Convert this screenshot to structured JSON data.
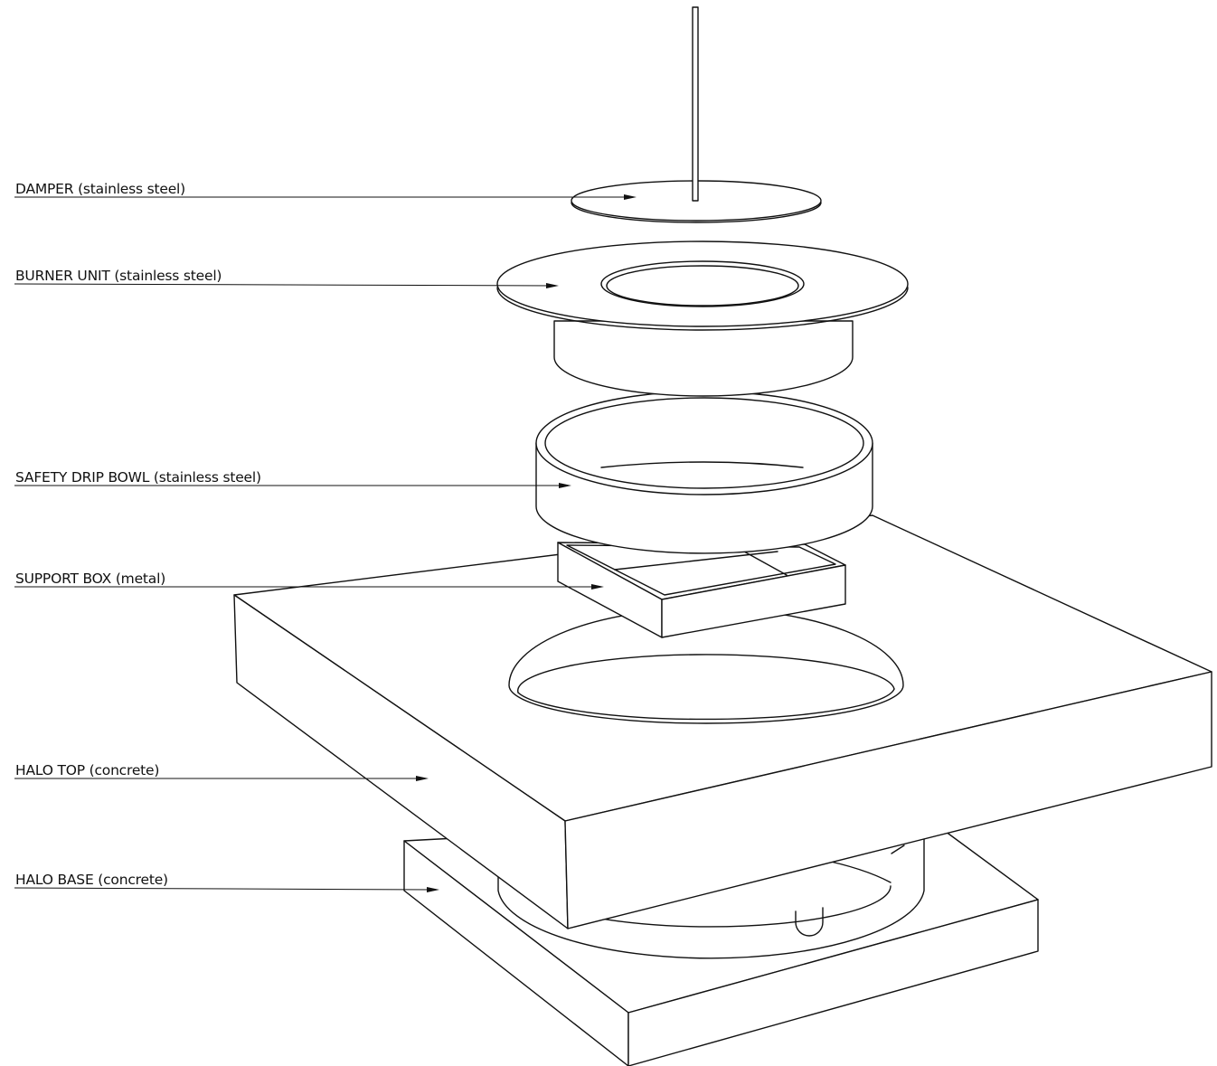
{
  "labels": {
    "damper": "DAMPER (stainless steel)",
    "burner": "BURNER UNIT (stainless steel)",
    "bowl": "SAFETY DRIP BOWL (stainless steel)",
    "box": "SUPPORT BOX (metal)",
    "top": "HALO TOP (concrete)",
    "base": "HALO BASE (concrete)"
  },
  "colors": {
    "line": "#111111",
    "background": "#ffffff"
  }
}
